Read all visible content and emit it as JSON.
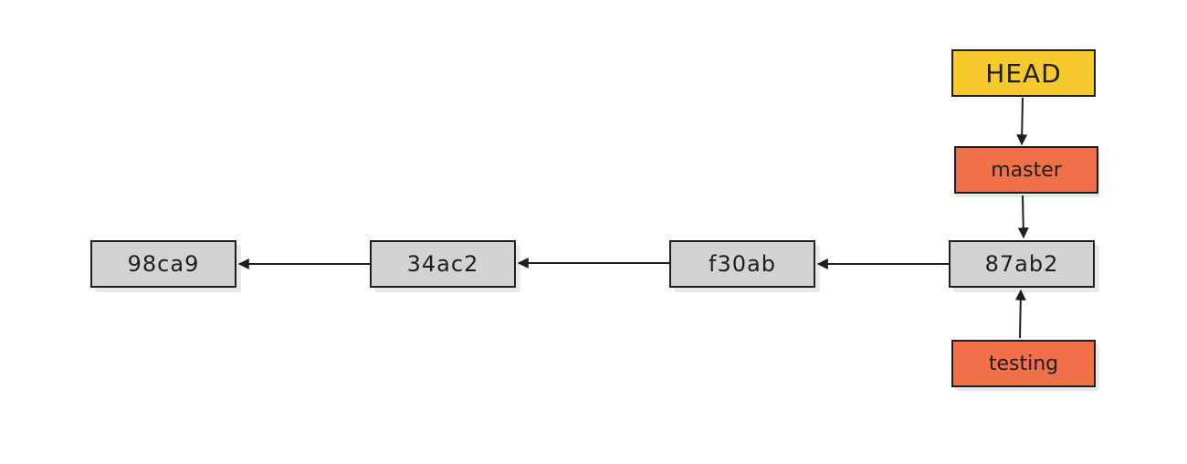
{
  "commits": [
    {
      "id": "98ca9"
    },
    {
      "id": "34ac2"
    },
    {
      "id": "f30ab"
    },
    {
      "id": "87ab2"
    }
  ],
  "head": {
    "label": "HEAD"
  },
  "branches": [
    {
      "name": "master"
    },
    {
      "name": "testing"
    }
  ],
  "colors": {
    "commit_fill": "#d3d3d3",
    "head_fill": "#f6c92d",
    "branch_fill": "#f0704a",
    "stroke": "#1e1e1e"
  }
}
